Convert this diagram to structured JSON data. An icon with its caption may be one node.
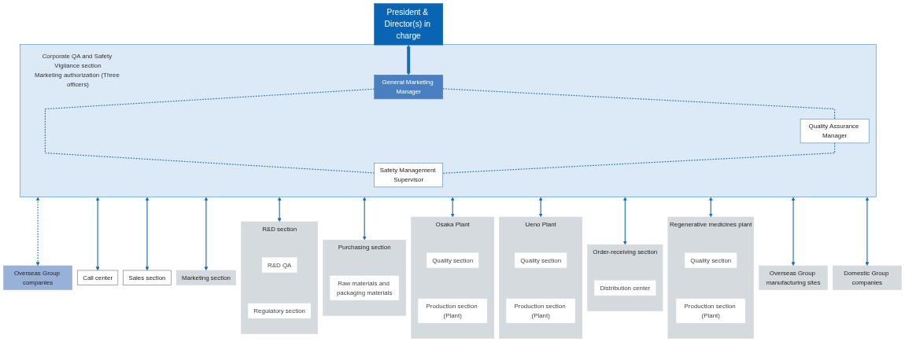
{
  "diagram": {
    "nodes": [
      {
        "text": [
          "President & Director(s) in charge"
        ]
      },
      {
        "text": [
          "Corporate QA and Safety Vigilance section",
          "Marketing authorization (Three officers)"
        ]
      },
      {
        "text": [
          "General Marketing Manager"
        ],
        "in": 1
      },
      {
        "text": [
          "Quality Assurance Manager"
        ],
        "in": 1
      },
      {
        "text": [
          "Safety Management Supervisor"
        ],
        "in": 1
      },
      {
        "text": [
          "Overseas Group companies"
        ]
      },
      {
        "text": [
          "Call center"
        ]
      },
      {
        "text": [
          "Sales section"
        ]
      },
      {
        "text": [
          "Marketing section"
        ]
      },
      {
        "text": [
          "R&D section"
        ]
      },
      {
        "text": [
          "R&D QA"
        ],
        "in": 9
      },
      {
        "text": [
          "Regulatory section"
        ],
        "in": 9
      },
      {
        "text": [
          "Purchasing section"
        ]
      },
      {
        "text": [
          "Raw materials and packaging materials"
        ],
        "in": 12
      },
      {
        "text": [
          "Osaka Plant"
        ]
      },
      {
        "text": [
          "Quality section"
        ],
        "in": 14
      },
      {
        "text": [
          "Production section (Plant)"
        ],
        "in": 14
      },
      {
        "text": [
          "Ueno Plant"
        ]
      },
      {
        "text": [
          "Quality section"
        ],
        "in": 17
      },
      {
        "text": [
          "Production section (Plant)"
        ],
        "in": 17
      },
      {
        "text": [
          "Order-receiving section"
        ]
      },
      {
        "text": [
          "Distribution center"
        ],
        "in": 20
      },
      {
        "text": [
          "Regenerative medicines plant"
        ]
      },
      {
        "text": [
          "Quality section"
        ],
        "in": 22
      },
      {
        "text": [
          "Production section (Plant)"
        ],
        "in": 22
      },
      {
        "text": [
          "Overseas Group manufacturing sites"
        ]
      },
      {
        "text": [
          "Domestic Group companies"
        ]
      }
    ],
    "edges": [
      {
        "from": 0,
        "to": 2,
        "arrow": "both",
        "style": "thick"
      },
      {
        "from": 2,
        "to": 3,
        "arrow": "none",
        "style": "dashed"
      },
      {
        "from": 2,
        "to": 4,
        "arrow": "none",
        "style": "dashed"
      },
      {
        "from": 3,
        "to": 4,
        "arrow": "none",
        "style": "dashed"
      },
      {
        "from": 1,
        "to": 5,
        "arrow": "both",
        "style": "dashed"
      },
      {
        "from": 1,
        "to": 6,
        "arrow": "both"
      },
      {
        "from": 1,
        "to": 7,
        "arrow": "both"
      },
      {
        "from": 1,
        "to": 8,
        "arrow": "both"
      },
      {
        "from": 1,
        "to": 9,
        "arrow": "both"
      },
      {
        "from": 1,
        "to": 12,
        "arrow": "both"
      },
      {
        "from": 1,
        "to": 14,
        "arrow": "both"
      },
      {
        "from": 1,
        "to": 17,
        "arrow": "both"
      },
      {
        "from": 1,
        "to": 20,
        "arrow": "both"
      },
      {
        "from": 1,
        "to": 22,
        "arrow": "both"
      },
      {
        "from": 1,
        "to": 25,
        "arrow": "both"
      },
      {
        "from": 1,
        "to": 26,
        "arrow": "both"
      }
    ]
  }
}
